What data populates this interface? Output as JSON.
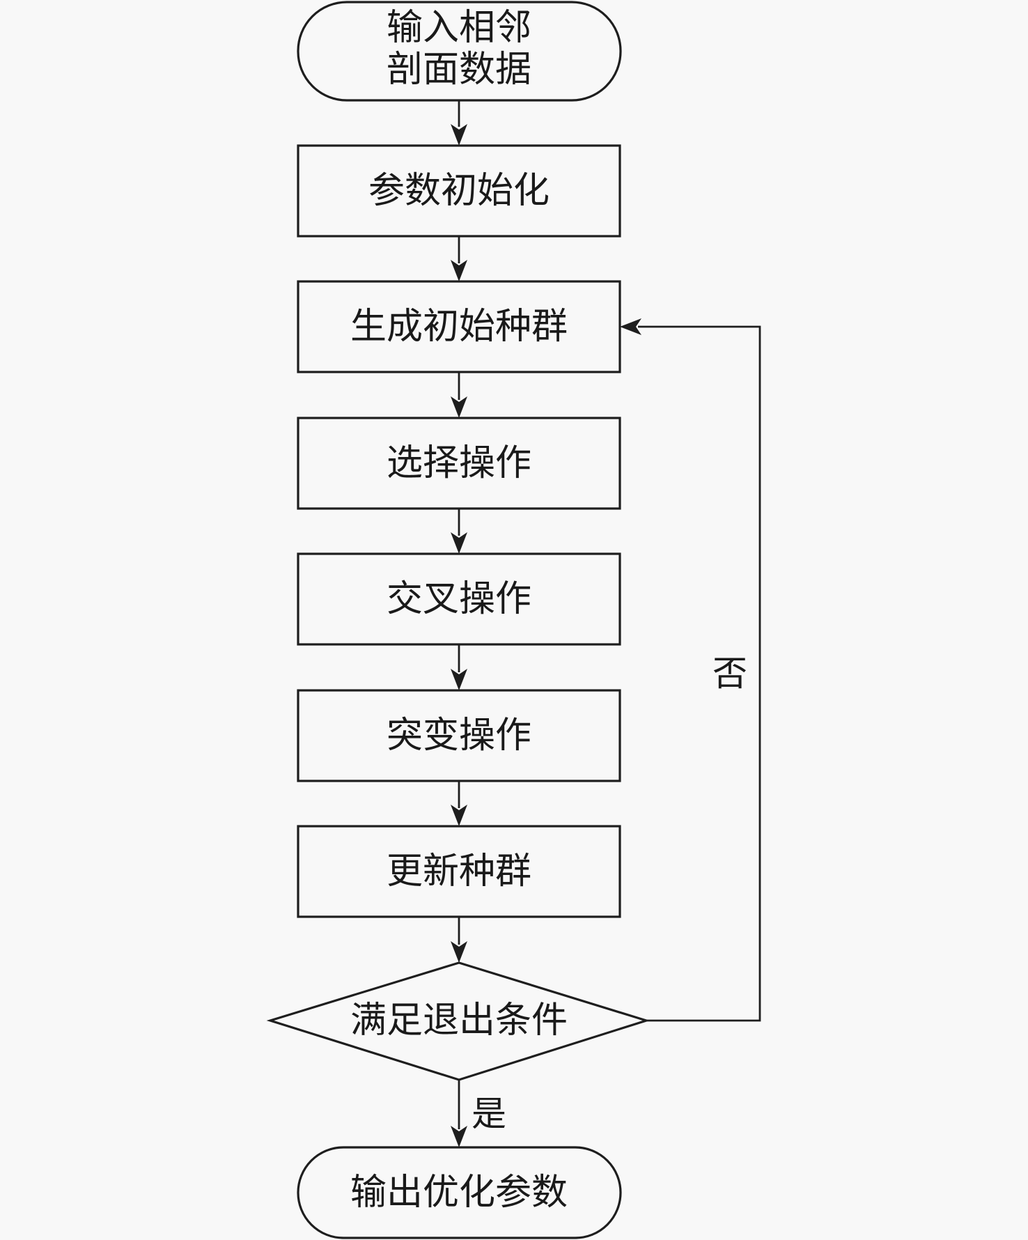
{
  "diagram": {
    "type": "flowchart",
    "background_color": "#f8f8f8",
    "stroke_color": "#1e1e1e",
    "nodes": {
      "start": {
        "shape": "terminal",
        "lines": [
          "输入相邻",
          "剖面数据"
        ]
      },
      "init_params": {
        "shape": "process",
        "label": "参数初始化"
      },
      "gen_population": {
        "shape": "process",
        "label": "生成初始种群"
      },
      "selection": {
        "shape": "process",
        "label": "选择操作"
      },
      "crossover": {
        "shape": "process",
        "label": "交叉操作"
      },
      "mutation": {
        "shape": "process",
        "label": "突变操作"
      },
      "update_population": {
        "shape": "process",
        "label": "更新种群"
      },
      "exit_check": {
        "shape": "decision",
        "label": "满足退出条件"
      },
      "end": {
        "shape": "terminal",
        "label": "输出优化参数"
      }
    },
    "edges": {
      "no_label": "否",
      "yes_label": "是"
    },
    "flow": [
      [
        "start",
        "init_params"
      ],
      [
        "init_params",
        "gen_population"
      ],
      [
        "gen_population",
        "selection"
      ],
      [
        "selection",
        "crossover"
      ],
      [
        "crossover",
        "mutation"
      ],
      [
        "mutation",
        "update_population"
      ],
      [
        "update_population",
        "exit_check"
      ],
      [
        "exit_check",
        "end",
        "是"
      ],
      [
        "exit_check",
        "gen_population",
        "否"
      ]
    ]
  }
}
